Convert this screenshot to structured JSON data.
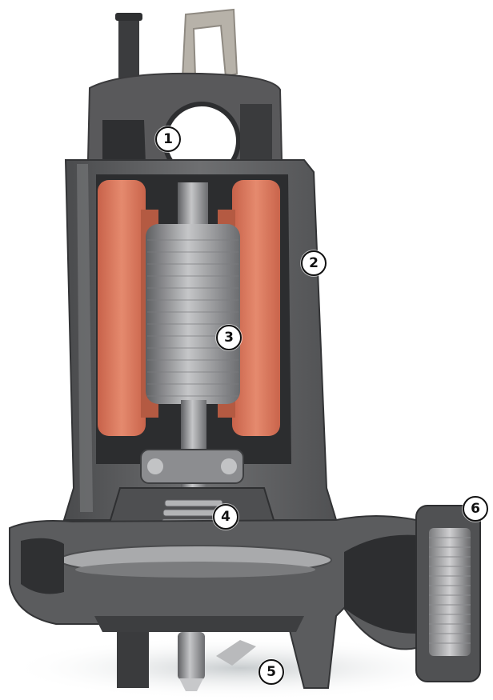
{
  "figure": {
    "callouts": [
      {
        "id": "1",
        "label": "1"
      },
      {
        "id": "2",
        "label": "2"
      },
      {
        "id": "3",
        "label": "3"
      },
      {
        "id": "4",
        "label": "4"
      },
      {
        "id": "5",
        "label": "5"
      },
      {
        "id": "6",
        "label": "6"
      }
    ],
    "colors": {
      "housing": "#5f5f61",
      "housing_dark": "#3f4042",
      "motor_winding": "#e07a5f",
      "rotor": "#9a9a9c",
      "metal_light": "#c9c9cb",
      "background": "#ffffff"
    }
  }
}
